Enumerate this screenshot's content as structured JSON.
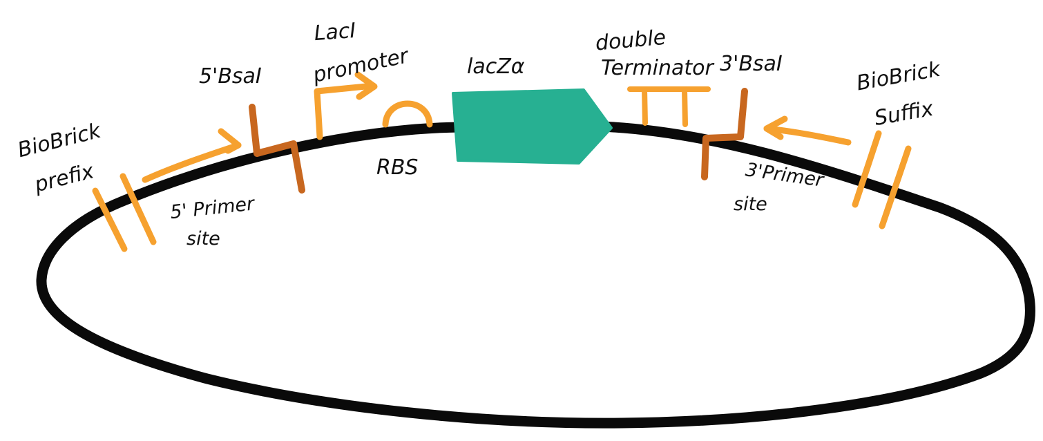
{
  "colors": {
    "backbone": "#0a0a0a",
    "orange": "#f6a12f",
    "brown": "#c8671f",
    "teal": "#27b092",
    "text": "#111111"
  },
  "labels": {
    "biobrick_prefix": [
      "BioBrick",
      "prefix"
    ],
    "five_bsai": "5'BsaI",
    "lacI_promoter": [
      "LacI",
      "promoter"
    ],
    "lacZa": "lacZα",
    "double_terminator": [
      "double",
      "Terminator"
    ],
    "three_bsai": "3'BsaI",
    "biobrick_suffix": [
      "BioBrick",
      "Suffix"
    ],
    "five_primer_site": [
      "5' Primer",
      "site"
    ],
    "rbs": "RBS",
    "three_primer_site": [
      "3'Primer",
      "site"
    ]
  }
}
